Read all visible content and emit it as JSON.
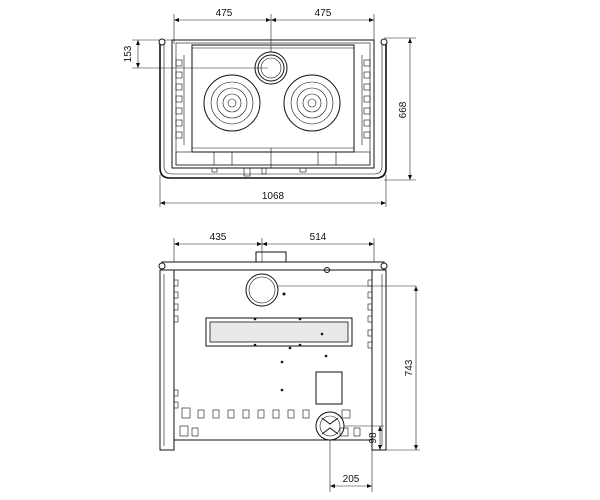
{
  "top_view": {
    "dim_left_width": "475",
    "dim_right_width": "475",
    "dim_flue_offset": "153",
    "dim_depth": "668",
    "dim_total_width": "1068"
  },
  "rear_view": {
    "dim_left_offset": "435",
    "dim_right_offset": "514",
    "dim_height": "743",
    "dim_bottom_opening_height": "98",
    "dim_bottom_opening_offset": "205"
  }
}
